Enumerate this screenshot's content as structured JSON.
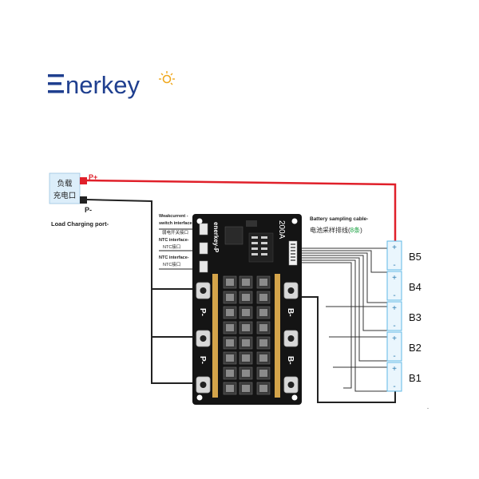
{
  "brand": {
    "name": "Enerkey",
    "color": "#1f3f8f",
    "sun_color": "#f0a81e"
  },
  "load": {
    "box_label_line1": "负载",
    "box_label_line2": "充电口",
    "p_plus": "P+",
    "p_minus": "P-",
    "caption": "Load Charging port-"
  },
  "interfaces": {
    "weak_current_en1": "Weakcurrent -",
    "weak_current_en2": "switch interface-",
    "weak_current_cn": "弱电开关接口",
    "ntc1_en": "NTC interface-",
    "ntc1_cn": "NTC接口",
    "ntc2_en": "NTC interface-",
    "ntc2_cn": "NTC接口"
  },
  "sampling": {
    "title_en": "Battery sampling cable-",
    "title_cn_prefix": "电池采样排线(",
    "title_cn_count": "8条",
    "title_cn_suffix": ")"
  },
  "board": {
    "rating": "200A",
    "brand_mark": "enerkey-P",
    "p_label": "P-",
    "b_label": "B-"
  },
  "batteries": [
    {
      "label": "B5",
      "plus": "+",
      "minus": "-"
    },
    {
      "label": "B4",
      "plus": "+",
      "minus": "-"
    },
    {
      "label": "B3",
      "plus": "+",
      "minus": "-"
    },
    {
      "label": "B2",
      "plus": "+",
      "minus": "-"
    },
    {
      "label": "B1",
      "plus": "+",
      "minus": "-"
    }
  ],
  "colors": {
    "red_wire": "#e0202a",
    "black_wire": "#222222",
    "battery_blue": "#5fb8e6",
    "green": "#18a040"
  }
}
